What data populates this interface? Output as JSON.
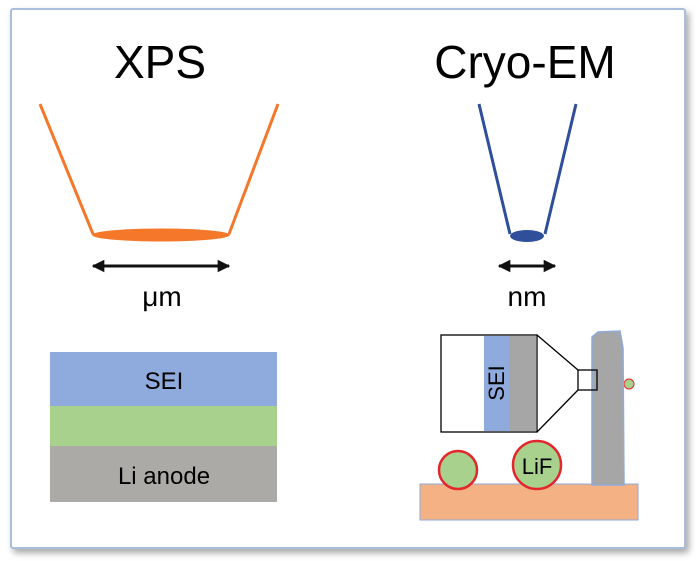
{
  "left_panel": {
    "title": "XPS",
    "scale_label": "μm",
    "layers": [
      {
        "label": "SEI",
        "color": "#8faadc"
      },
      {
        "label": "",
        "color": "#a9d18e"
      },
      {
        "label": "Li anode",
        "color": "#acaaa7"
      }
    ],
    "beam_color": "#f4772a"
  },
  "right_panel": {
    "title": "Cryo-EM",
    "scale_label": "nm",
    "beam_color": "#2f4f9a",
    "zoom_label": "SEI",
    "particle_label": "LiF",
    "colors": {
      "substrate": "#f4b183",
      "pillar": "#a6a6a6",
      "particle_fill": "#a9d18e",
      "particle_edge": "#e3262c",
      "sei_strip": "#8faadc"
    }
  }
}
